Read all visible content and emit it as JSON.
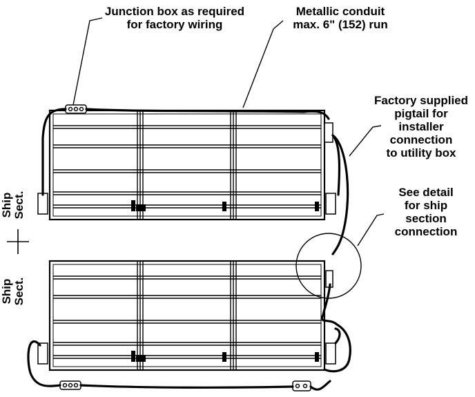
{
  "labels": {
    "junction_box": [
      "Junction box as required",
      "for factory wiring"
    ],
    "conduit": [
      "Metallic conduit",
      "max. 6\" (152) run"
    ],
    "pigtail": [
      "Factory supplied",
      "pigtail for",
      "installer",
      "connection",
      "to utility box"
    ],
    "detail": [
      "See detail",
      "for ship",
      "section",
      "connection"
    ],
    "ship_section_top": [
      "Ship",
      "Sect."
    ],
    "ship_section_bottom": [
      "Ship",
      "Sect."
    ]
  },
  "colors": {
    "line": "#000000",
    "background": "#ffffff"
  }
}
